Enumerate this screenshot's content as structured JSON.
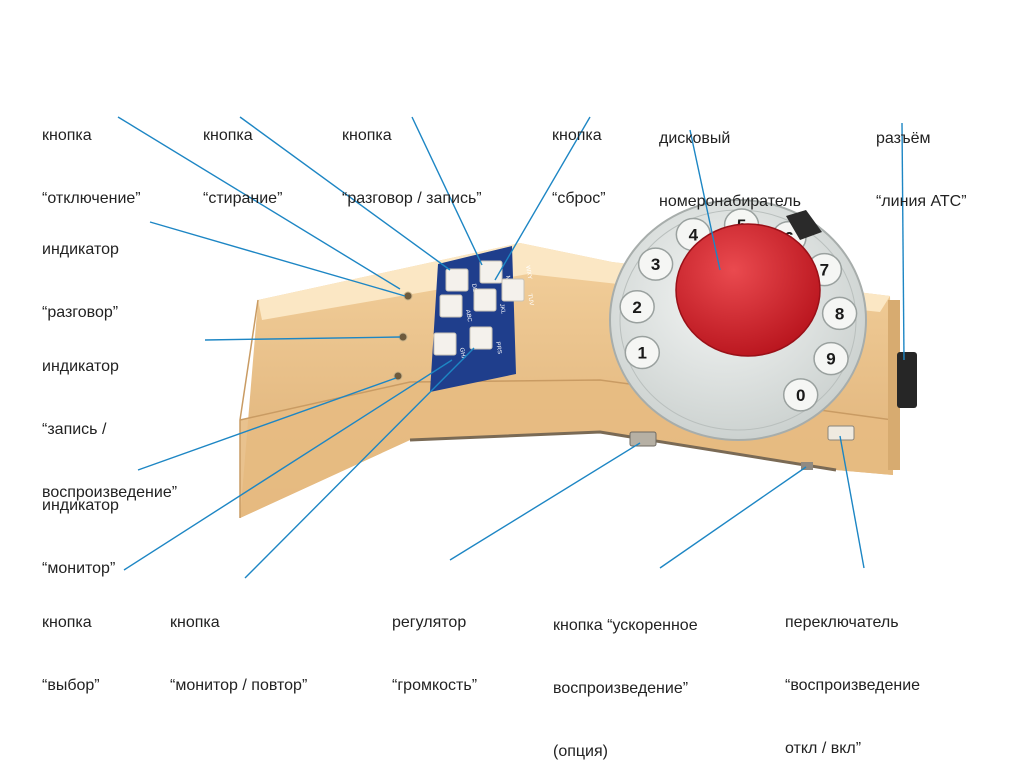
{
  "colors": {
    "leader_line": "#1d86c4",
    "body_light": "#f6d7a6",
    "body_shade": "#e8be86",
    "body_dark": "#c99b63",
    "keypad_panel": "#1f3e8c",
    "key_face": "#f4f1ec",
    "dial_red": "#d8252e",
    "dial_ring": "#dfe3e2"
  },
  "callouts": {
    "off_button": [
      "кнопка",
      "“отключение”"
    ],
    "erase_button": [
      "кнопка",
      "“стирание”"
    ],
    "talk_record_button": [
      "кнопка",
      "“разговор / запись”"
    ],
    "reset_button": [
      "кнопка",
      "“сброс”"
    ],
    "rotary_dial": [
      "дисковый",
      "номеронабиратель"
    ],
    "line_jack": [
      "разъём",
      "“линия АТС”"
    ],
    "talk_indicator": [
      "индикатор",
      "“разговор”"
    ],
    "record_play_indicator": [
      "индикатор",
      "“запись /",
      "воспроизведение”"
    ],
    "monitor_indicator": [
      "индикатор",
      "“монитор”"
    ],
    "select_button": [
      "кнопка",
      "“выбор”"
    ],
    "monitor_repeat_button": [
      "кнопка",
      "“монитор / повтор”"
    ],
    "volume_knob": [
      "регулятор",
      "“громкость”"
    ],
    "fast_play_button": [
      "кнопка “ускоренное",
      "воспроизведение”",
      "(опция)"
    ],
    "playback_switch": [
      "переключатель",
      "“воспроизведение",
      "откл / вкл”"
    ]
  },
  "device": {
    "key_letters": [
      "DEF",
      "MNO",
      "WXY",
      "ABC",
      "JKL",
      "TUV",
      "GHI",
      "PRS"
    ],
    "dial_digits": [
      "1",
      "2",
      "3",
      "4",
      "5",
      "6",
      "7",
      "8",
      "9",
      "0"
    ]
  }
}
